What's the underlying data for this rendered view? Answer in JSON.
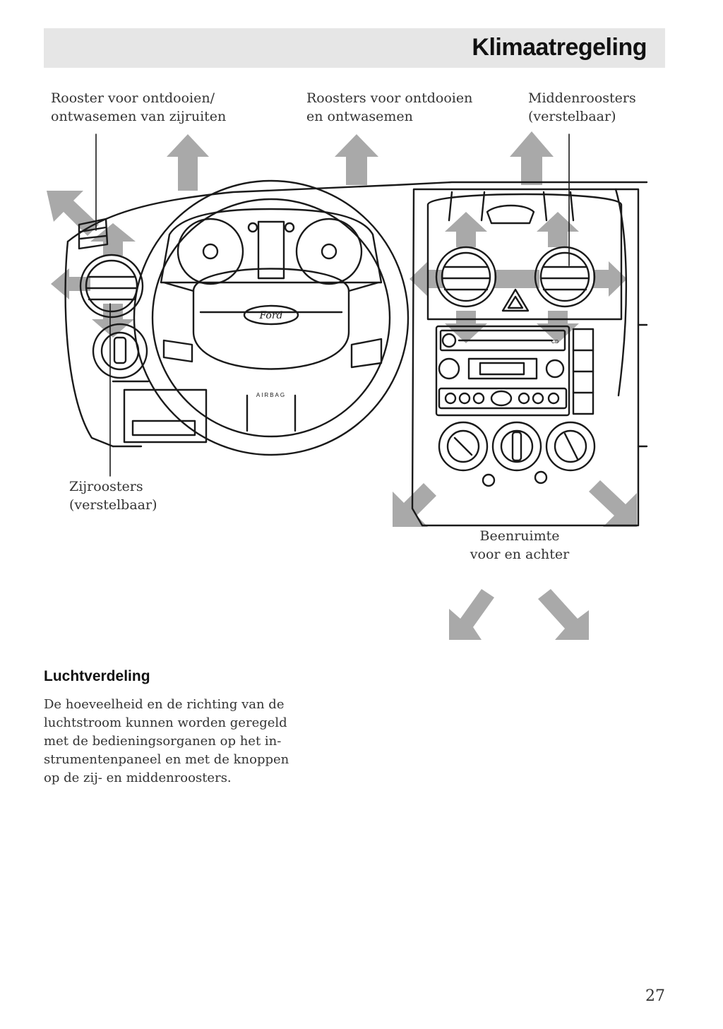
{
  "header": {
    "title": "Klimaatregeling"
  },
  "callouts": {
    "side_demist": [
      "Rooster voor ontdooien/",
      "ontwasemen van zijruiten"
    ],
    "windscreen": [
      "Roosters voor ontdooien",
      "en ontwasemen"
    ],
    "center_vents": [
      "Middenroosters",
      "(verstelbaar)"
    ],
    "side_vents": [
      "Zijroosters",
      "(verstelbaar)"
    ],
    "footwell": [
      "Beenruimte",
      "voor en achter"
    ]
  },
  "diagram": {
    "steering_badge": "Ford",
    "airbag_label": "AIRBAG",
    "radio_cd_label": "CD",
    "colors": {
      "arrow": "#a9a9a9",
      "line": "#1a1a1a"
    }
  },
  "section": {
    "heading": "Luchtverdeling",
    "lines": [
      "De hoeveelheid en de richting van de",
      "luchtstroom kunnen worden geregeld",
      "met de bedieningsorganen op het in-",
      "strumentenpaneel en met de knoppen",
      "op de zij- en middenroosters."
    ]
  },
  "page_number": "27"
}
